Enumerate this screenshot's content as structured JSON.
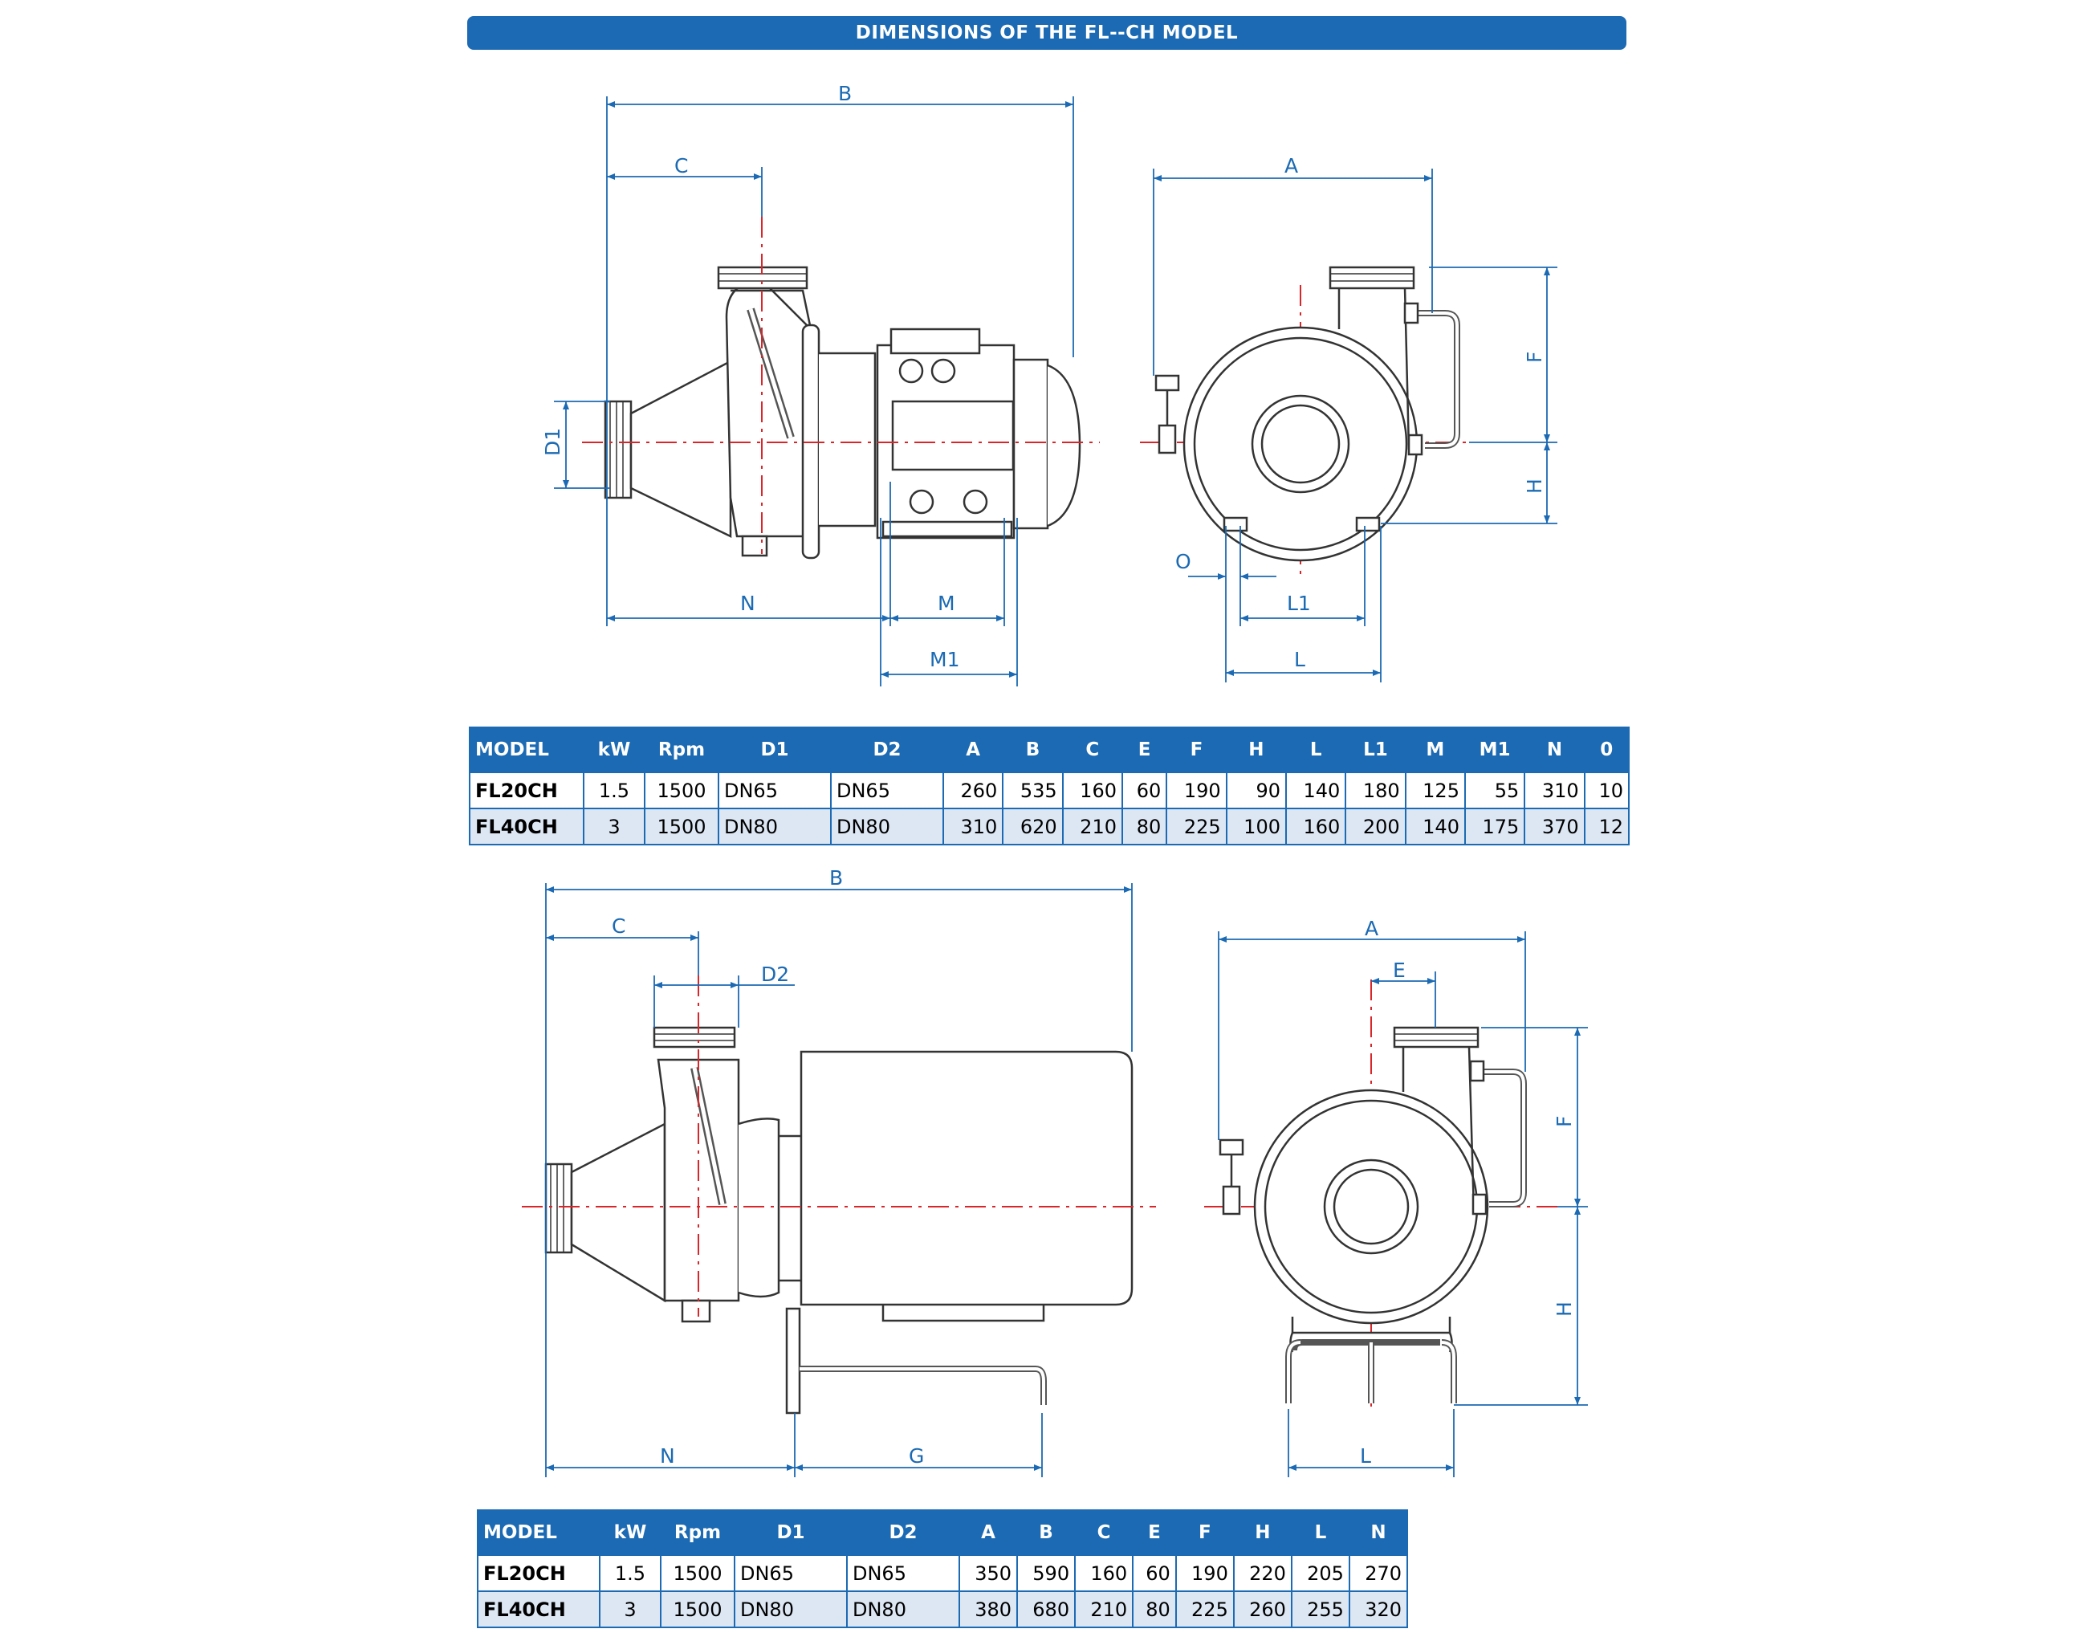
{
  "title": "DIMENSIONS OF THE FL--CH MODEL",
  "colors": {
    "accent": "#1b6ab3",
    "centerline": "#d9262b",
    "row_alt": "#dde7f4"
  },
  "drawing1": {
    "labels": {
      "B": "B",
      "C": "C",
      "A": "A",
      "D1": "D1",
      "F": "F",
      "H": "H",
      "N": "N",
      "M": "M",
      "M1": "M1",
      "O": "O",
      "L1": "L1",
      "L": "L"
    }
  },
  "drawing2": {
    "labels": {
      "B": "B",
      "C": "C",
      "D2": "D2",
      "A": "A",
      "E": "E",
      "F": "F",
      "H": "H",
      "N": "N",
      "G": "G",
      "L": "L"
    }
  },
  "table1": {
    "headers": [
      "MODEL",
      "kW",
      "Rpm",
      "D1",
      "D2",
      "A",
      "B",
      "C",
      "E",
      "F",
      "H",
      "L",
      "L1",
      "M",
      "M1",
      "N",
      "0"
    ],
    "rows": [
      [
        "FL20CH",
        "1.5",
        "1500",
        "DN65",
        "DN65",
        "260",
        "535",
        "160",
        "60",
        "190",
        "90",
        "140",
        "180",
        "125",
        "55",
        "310",
        "10"
      ],
      [
        "FL40CH",
        "3",
        "1500",
        "DN80",
        "DN80",
        "310",
        "620",
        "210",
        "80",
        "225",
        "100",
        "160",
        "200",
        "140",
        "175",
        "370",
        "12"
      ]
    ]
  },
  "table2": {
    "headers": [
      "MODEL",
      "kW",
      "Rpm",
      "D1",
      "D2",
      "A",
      "B",
      "C",
      "E",
      "F",
      "H",
      "L",
      "N"
    ],
    "rows": [
      [
        "FL20CH",
        "1.5",
        "1500",
        "DN65",
        "DN65",
        "350",
        "590",
        "160",
        "60",
        "190",
        "220",
        "205",
        "270"
      ],
      [
        "FL40CH",
        "3",
        "1500",
        "DN80",
        "DN80",
        "380",
        "680",
        "210",
        "80",
        "225",
        "260",
        "255",
        "320"
      ]
    ]
  }
}
